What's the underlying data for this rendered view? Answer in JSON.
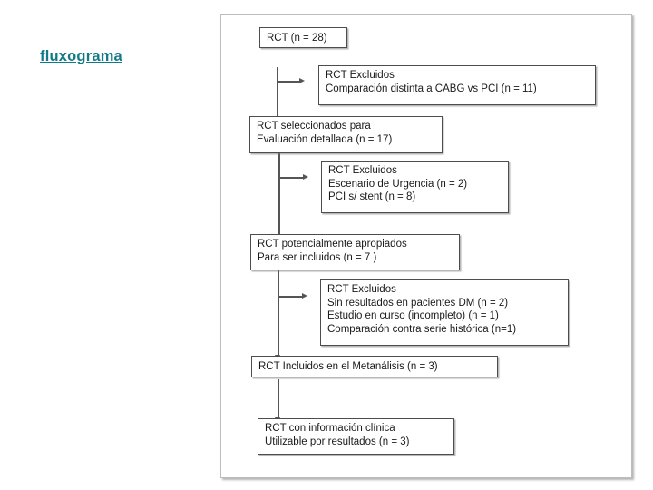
{
  "slide": {
    "title": "fluxograma",
    "title_color": "#117a86"
  },
  "diagram": {
    "name": "prisma-study-selection-flowchart",
    "line_color": "#555555",
    "box_border_color": "#4d4d4d",
    "nodes": [
      {
        "id": "rct-total",
        "text": "RCT (n = 28)"
      },
      {
        "id": "excluded-1",
        "text": "RCT Excluidos\nComparación distinta a CABG vs PCI (n = 11)"
      },
      {
        "id": "selected-detailed",
        "text": "RCT seleccionados para\nEvaluación detallada (n = 17)"
      },
      {
        "id": "excluded-2",
        "text": "RCT Excluidos\nEscenario de Urgencia (n = 2)\nPCI s/ stent (n = 8)"
      },
      {
        "id": "potentially-appropriate",
        "text": "RCT potencialmente apropiados\nPara ser incluidos (n = 7 )"
      },
      {
        "id": "excluded-3",
        "text": "RCT Excluidos\nSin resultados en pacientes DM (n = 2)\nEstudio en curso (incompleto) (n = 1)\nComparación contra serie histórica (n=1)"
      },
      {
        "id": "included-metanalysis",
        "text": "RCT Incluidos en el Metanálisis  (n = 3)"
      },
      {
        "id": "clinical-info",
        "text": "RCT con información clínica\nUtilizable por resultados (n = 3)"
      }
    ]
  }
}
